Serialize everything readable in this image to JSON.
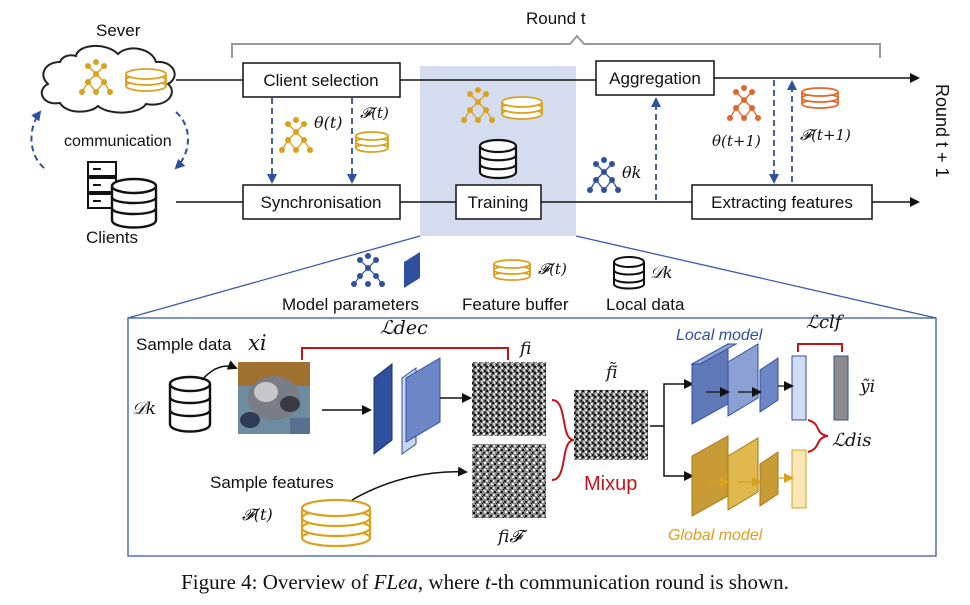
{
  "top": {
    "server_label": "Sever",
    "communication_label": "communication",
    "clients_label": "Clients",
    "round_label": "Round t",
    "next_round_label": "Round  t + 1"
  },
  "boxes": {
    "client_selection": "Client selection",
    "aggregation": "Aggregation",
    "synchronisation": "Synchronisation",
    "training": "Training",
    "extracting_features": "Extracting features"
  },
  "math": {
    "theta_t": "θ(t)",
    "F_t": "𝓕(t)",
    "theta_k": "θk",
    "theta_t1": "θ(t+1)",
    "F_t1": "𝓕(t+1)"
  },
  "legend": {
    "model_parameters": "Model parameters",
    "feature_buffer": "Feature buffer",
    "local_data": "Local data",
    "F_t": "𝓕(t)",
    "D_k": "𝒟k"
  },
  "detail": {
    "sample_data": "Sample data",
    "x_i": "xi",
    "D_k": "𝒟k",
    "L_dec": "ℒdec",
    "f_i": "fi",
    "f_tilde_i": "f̃i",
    "f_i_F": "fi𝓕",
    "mixup": "Mixup",
    "sample_features": "Sample features",
    "F_t": "𝓕(t)",
    "local_model": "Local model",
    "global_model": "Global model",
    "L_clf": "ℒclf",
    "y_tilde_i": "ỹi",
    "L_dis": "ℒdis"
  },
  "caption": {
    "prefix": "Figure 4: Overview of ",
    "name": "FLea",
    "middle": ", where ",
    "t": "t",
    "suffix": "-th communication round is shown."
  },
  "colors": {
    "blue_dark": "#2f4f9f",
    "blue_light": "#a9c0e8",
    "gold": "#d9a21e",
    "orange": "#e0682a",
    "red": "#c4141b",
    "highlight": "#d5dcef"
  }
}
